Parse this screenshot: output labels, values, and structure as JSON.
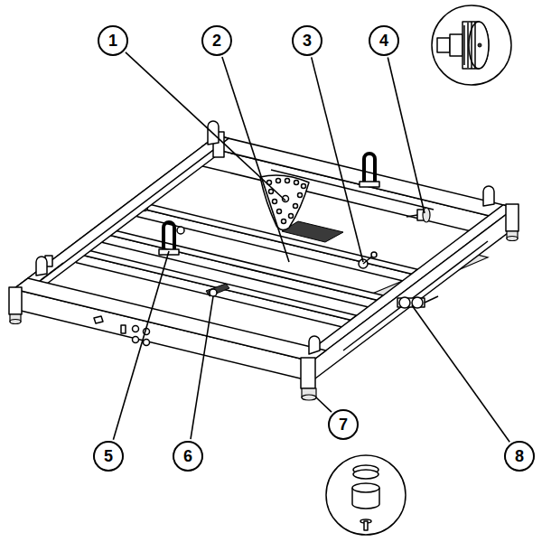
{
  "diagram": {
    "nodes": [
      {
        "text": [
          "1"
        ]
      },
      {
        "text": [
          "2"
        ]
      },
      {
        "text": [
          "3"
        ]
      },
      {
        "text": [
          "4"
        ]
      },
      {
        "text": [
          "5"
        ]
      },
      {
        "text": [
          "6"
        ]
      },
      {
        "text": [
          "7"
        ]
      },
      {
        "text": [
          "8"
        ]
      }
    ]
  }
}
